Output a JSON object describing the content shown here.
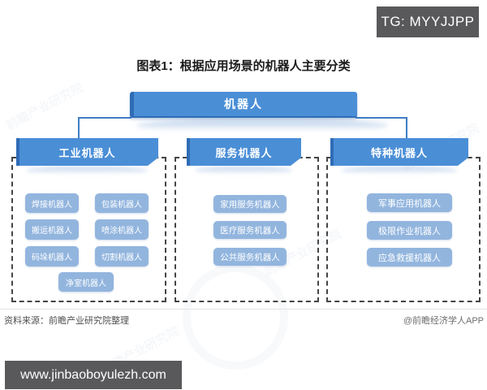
{
  "badge": {
    "text": "TG: MYYJJPP"
  },
  "title": "图表1：根据应用场景的机器人主要分类",
  "tree": {
    "root": "机器人",
    "branches": [
      {
        "label": "工业机器人",
        "children": [
          "焊接机器人",
          "包装机器人",
          "搬运机器人",
          "喷涂机器人",
          "码垛机器人",
          "切割机器人",
          "净室机器人"
        ]
      },
      {
        "label": "服务机器人",
        "children": [
          "家用服务机器人",
          "医疗服务机器人",
          "公共服务机器人"
        ]
      },
      {
        "label": "特种机器人",
        "children": [
          "军事应用机器人",
          "极限作业机器人",
          "应急救援机器人"
        ]
      }
    ]
  },
  "watermark": {
    "text": "前瞻产业研究院"
  },
  "footer": {
    "source": "资料来源：前瞻产业研究院整理",
    "credit": "@前瞻经济学人APP"
  },
  "bottom_bar": {
    "url": "www.jinbaoboyulezh.com"
  },
  "colors": {
    "face_blue": "#4a8ed6",
    "edge_blue": "#2f6cb6",
    "light_blue": "#92b5de",
    "connector_blue": "#3f7dc6",
    "dash_gray": "#454545",
    "badge_gray": "#59595b",
    "title_black": "#1c1c1c",
    "source_gray": "#4f4f4f",
    "credit_gray": "#6e6e6e",
    "watermark_blue": "#7f9fc0"
  }
}
